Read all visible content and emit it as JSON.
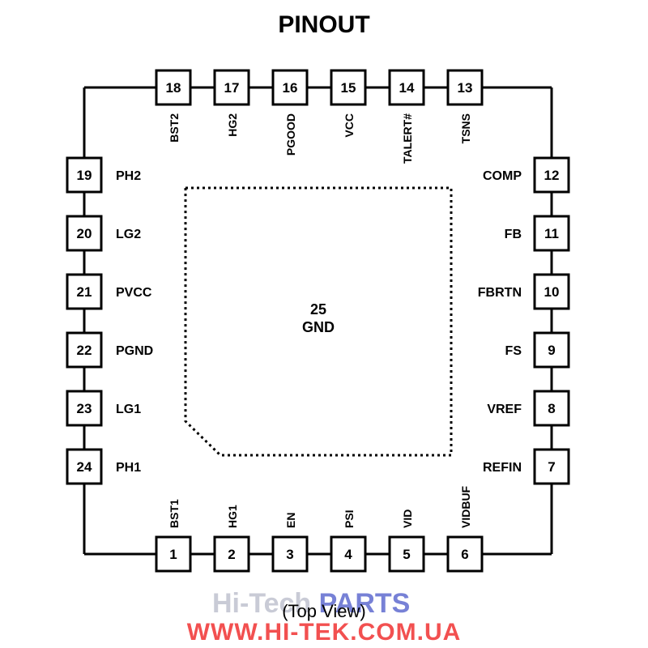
{
  "title": "PINOUT",
  "view_label": "(Top View)",
  "center": {
    "number": "25",
    "label": "GND"
  },
  "watermark": {
    "part1": "Hi-Tech",
    "part2": "PARTS",
    "url": "WWW.HI-TEK.COM.UA"
  },
  "colors": {
    "line": "#000000",
    "watermark_gray": "#c9cbd6",
    "watermark_blue": "#7781d6",
    "watermark_red": "#f25050"
  },
  "pins": {
    "top": [
      {
        "num": "18",
        "label": "BST2"
      },
      {
        "num": "17",
        "label": "HG2"
      },
      {
        "num": "16",
        "label": "PGOOD"
      },
      {
        "num": "15",
        "label": "VCC"
      },
      {
        "num": "14",
        "label": "TALERT#"
      },
      {
        "num": "13",
        "label": "TSNS"
      }
    ],
    "bottom": [
      {
        "num": "1",
        "label": "BST1"
      },
      {
        "num": "2",
        "label": "HG1"
      },
      {
        "num": "3",
        "label": "EN"
      },
      {
        "num": "4",
        "label": "PSI"
      },
      {
        "num": "5",
        "label": "VID"
      },
      {
        "num": "6",
        "label": "VIDBUF"
      }
    ],
    "left": [
      {
        "num": "19",
        "label": "PH2"
      },
      {
        "num": "20",
        "label": "LG2"
      },
      {
        "num": "21",
        "label": "PVCC"
      },
      {
        "num": "22",
        "label": "PGND"
      },
      {
        "num": "23",
        "label": "LG1"
      },
      {
        "num": "24",
        "label": "PH1"
      }
    ],
    "right": [
      {
        "num": "12",
        "label": "COMP"
      },
      {
        "num": "11",
        "label": "FB"
      },
      {
        "num": "10",
        "label": "FBRTN"
      },
      {
        "num": "9",
        "label": "FS"
      },
      {
        "num": "8",
        "label": "VREF"
      },
      {
        "num": "7",
        "label": "REFIN"
      }
    ]
  }
}
